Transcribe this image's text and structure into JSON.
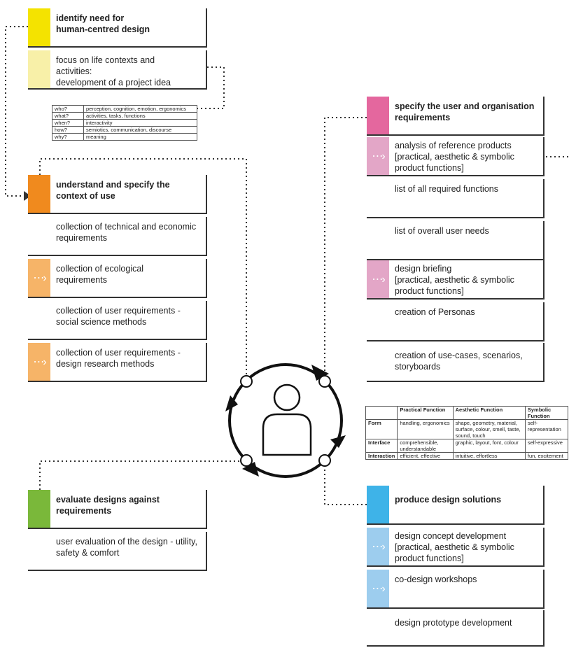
{
  "colors": {
    "yellow": "#f4e300",
    "yellow_light": "#f8f0a8",
    "orange": "#f08a1e",
    "orange_light": "#f6b468",
    "pink": "#e4679e",
    "pink_light": "#e3a6c7",
    "green": "#7ab83a",
    "blue": "#3eb3e8",
    "blue_light": "#9dcdee"
  },
  "boxes": {
    "identify_need": "identify need for\nhuman-centred design",
    "focus_life_contexts": "focus on life contexts and activities:\ndevelopment of a project idea",
    "understand_context": "understand and specify the context of use",
    "technical_economic": "collection of technical and economic requirements",
    "ecological": "collection of ecological requirements",
    "user_req_social": "collection of user requirements - social science methods",
    "user_req_design": "collection of user requirements - design research methods",
    "specify_user_org": "specify the user and organisation requirements",
    "reference_products": "analysis of reference products\n[practical, aesthetic & symbolic product functions]",
    "required_functions": "list of all required functions",
    "user_needs": "list of overall user needs",
    "design_briefing": "design briefing\n[practical, aesthetic & symbolic product functions]",
    "personas": "creation of Personas",
    "use_cases": "creation of use-cases, scenarios, storyboards",
    "evaluate": "evaluate designs against requirements",
    "user_evaluation": "user evaluation of the design - utility, safety & comfort",
    "produce": "produce design solutions",
    "concept_dev": "design concept development\n[practical, aesthetic & symbolic product functions]",
    "codesign": "co-design workshops",
    "prototype": "design prototype development"
  },
  "questions_table": [
    {
      "q": "who?",
      "a": "perception, cognition, emotion, ergonomics"
    },
    {
      "q": "what?",
      "a": "activities, tasks, functions"
    },
    {
      "q": "when?",
      "a": "interactivity"
    },
    {
      "q": "how?",
      "a": "semiotics, communication, discourse"
    },
    {
      "q": "why?",
      "a": "meaning"
    }
  ],
  "functions_table": {
    "headers": [
      "",
      "Practical Function",
      "Aesthetic Function",
      "Symbolic Function"
    ],
    "rows": [
      [
        "Form",
        "handling, ergonomics",
        "shape, geometry, material, surface, colour, smell, taste, sound, touch",
        "self-representation"
      ],
      [
        "Interface",
        "comprehensible, understandable",
        "graphic, layout, font, colour",
        "self-expressive"
      ],
      [
        "Interaction",
        "efficient, effective",
        "intuitive, effortless",
        "fun, excitement"
      ]
    ]
  }
}
